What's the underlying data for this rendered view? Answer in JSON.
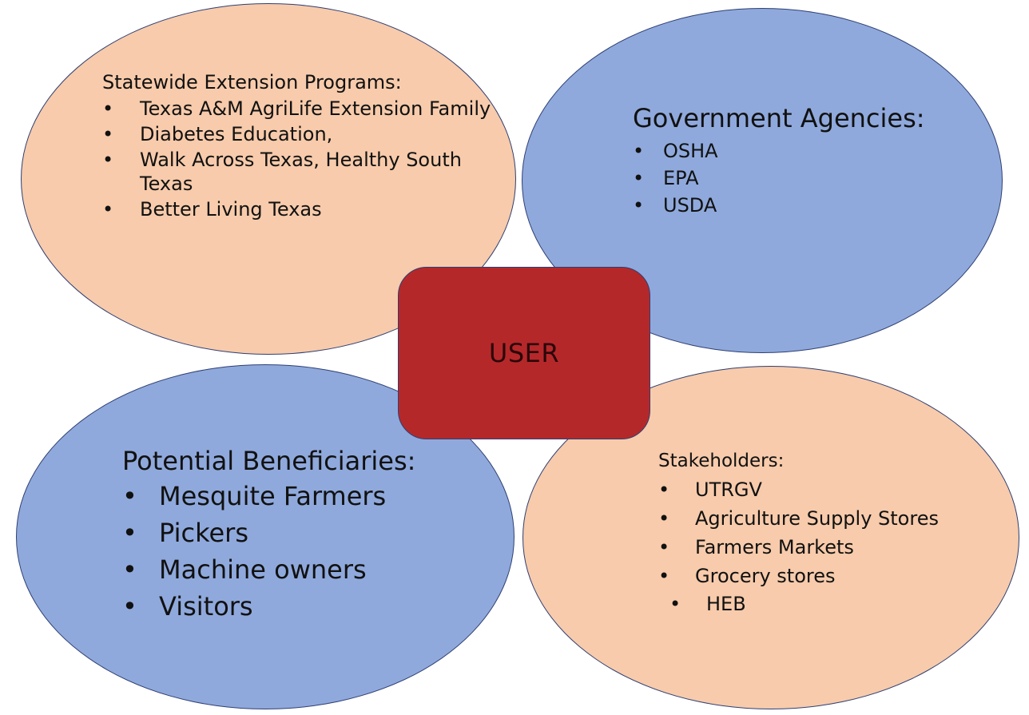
{
  "colors": {
    "peach": "#f7cbab",
    "blue": "#8fa9dc",
    "center_fill": "#b5282a",
    "outline": "#2f3f73"
  },
  "center": {
    "label": "USER"
  },
  "top_left": {
    "heading": "Statewide Extension Programs:",
    "items": [
      "Texas A&M AgriLife Extension Family",
      "Diabetes Education,",
      "Walk Across Texas, Healthy South Texas",
      "Better Living Texas"
    ]
  },
  "top_right": {
    "heading": "Government Agencies:",
    "items": [
      "OSHA",
      "EPA",
      "USDA"
    ]
  },
  "bottom_left": {
    "heading": "Potential Beneficiaries:",
    "items": [
      "Mesquite Farmers",
      "Pickers",
      "Machine owners",
      "Visitors"
    ]
  },
  "bottom_right": {
    "heading": "Stakeholders:",
    "items": [
      "UTRGV",
      "Agriculture Supply Stores",
      "Farmers Markets",
      "Grocery stores"
    ],
    "sub_items": [
      "HEB"
    ]
  }
}
